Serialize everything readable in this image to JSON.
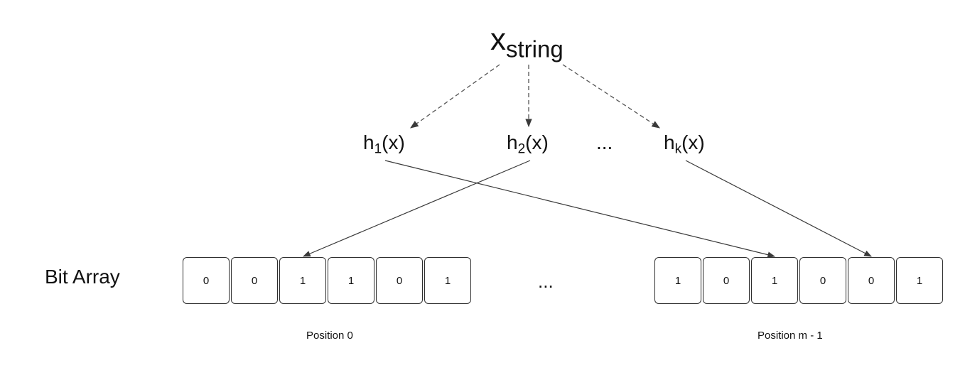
{
  "title": {
    "main": "x",
    "sub": "string"
  },
  "hash_functions": [
    {
      "name": "h",
      "sub": "1",
      "arg": "(x)"
    },
    {
      "name": "h",
      "sub": "2",
      "arg": "(x)"
    },
    {
      "name": "h",
      "sub": "k",
      "arg": "(x)"
    }
  ],
  "hash_ellipsis": "...",
  "bit_array": {
    "label": "Bit Array",
    "left_cells": [
      "0",
      "0",
      "1",
      "1",
      "0",
      "1"
    ],
    "right_cells": [
      "1",
      "0",
      "1",
      "0",
      "0",
      "1"
    ],
    "ellipsis": "...",
    "position_start": "Position 0",
    "position_end": "Position m - 1"
  },
  "colors": {
    "line": "#3a3a3a",
    "dashed_line": "#555555",
    "cell_border": "#2e2e2e"
  }
}
